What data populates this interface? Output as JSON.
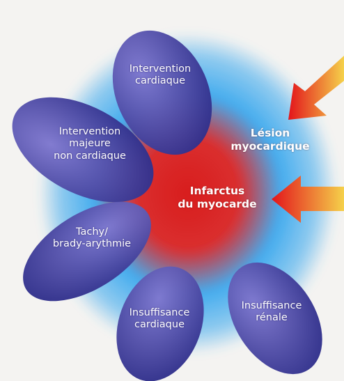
{
  "colors": {
    "background": "#f4f3f1",
    "glow_outer": "#3aa8ee",
    "glow_inner": "#d81c1c",
    "petal_light": "#7f78cf",
    "petal_dark": "#2a2a86",
    "arrow_start": "#f5d14a",
    "arrow_end": "#e3141b",
    "label_text": "#ffffff"
  },
  "petals": [
    {
      "id": "intervention-cardiaque",
      "lines": [
        "Intervention",
        "cardiaque"
      ]
    },
    {
      "id": "intervention-majeure",
      "lines": [
        "Intervention",
        "majeure",
        "non cardiaque"
      ]
    },
    {
      "id": "tachy-brady",
      "lines": [
        "Tachy/",
        "brady-arythmie"
      ]
    },
    {
      "id": "insuffisance-cardiaque",
      "lines": [
        "Insuffisance",
        "cardiaque"
      ]
    },
    {
      "id": "insuffisance-renale",
      "lines": [
        "Insuffisance",
        "rénale"
      ]
    }
  ],
  "center": {
    "lesion": [
      "Lésion",
      "myocardique"
    ],
    "infarctus": [
      "Infarctus",
      "du myocarde"
    ]
  },
  "arrows": [
    {
      "id": "arrow-lesion",
      "points_to": "Lésion myocardique"
    },
    {
      "id": "arrow-infarctus",
      "points_to": "Infarctus du myocarde"
    }
  ]
}
